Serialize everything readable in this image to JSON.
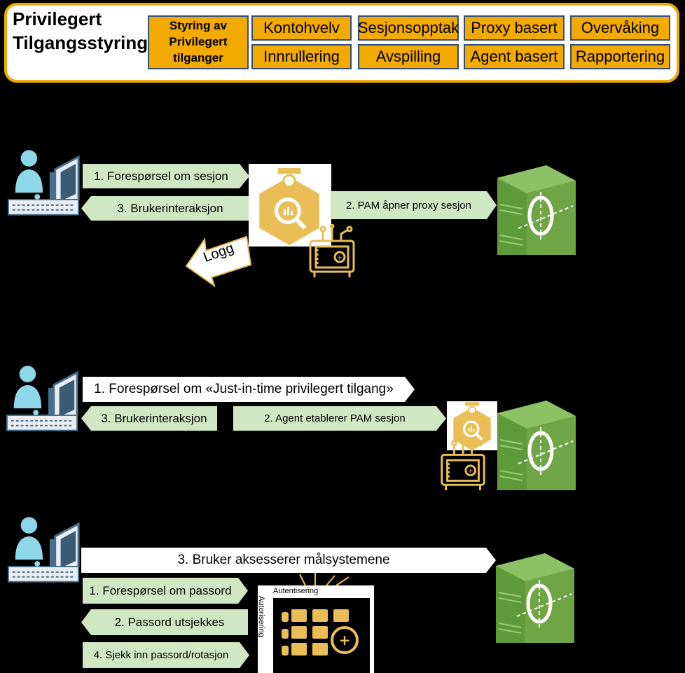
{
  "header": {
    "title_line1": "Privilegert",
    "title_line2": "Tilgangsstyring",
    "active_tab": [
      "Styring av",
      "Privilegert",
      "tilganger"
    ],
    "tabs": [
      "Kontohvelv",
      "Sesjonsopptak",
      "Proxy basert",
      "Overvåking",
      "Innrullering",
      "Avspilling",
      "Agent basert",
      "Rapportering"
    ]
  },
  "flow_proxy": {
    "step1": "1. Forespørsel om sesjon",
    "step3": "3. Brukerinteraksjon",
    "step2": "2. PAM åpner proxy sesjon",
    "log": "Logg"
  },
  "flow_agent": {
    "step1": "1. Forespørsel om «Just-in-time privilegert tilgang»",
    "step3": "3. Brukerinteraksjon",
    "step2": "2. Agent etablerer PAM sesjon"
  },
  "flow_vault": {
    "step3": "3. Bruker aksesserer målsystemene",
    "step1": "1. Forespørsel om passord",
    "step2": "2. Passord utsjekkes",
    "step4": "4. Sjekk inn passord/rotasjon",
    "vault_top": "Autentisering",
    "vault_side": "Autorisering"
  },
  "colors": {
    "accent_orange": "#F2A900",
    "tab_border": "#2F4E78",
    "arrow_green": "#CFE7C3",
    "server_green": "#6FA544",
    "icon_gold": "#E9BE57"
  },
  "icons": [
    "user-at-computer-icon",
    "pam-monitor-icon",
    "safe-icon",
    "server-icon",
    "vault-icon"
  ]
}
